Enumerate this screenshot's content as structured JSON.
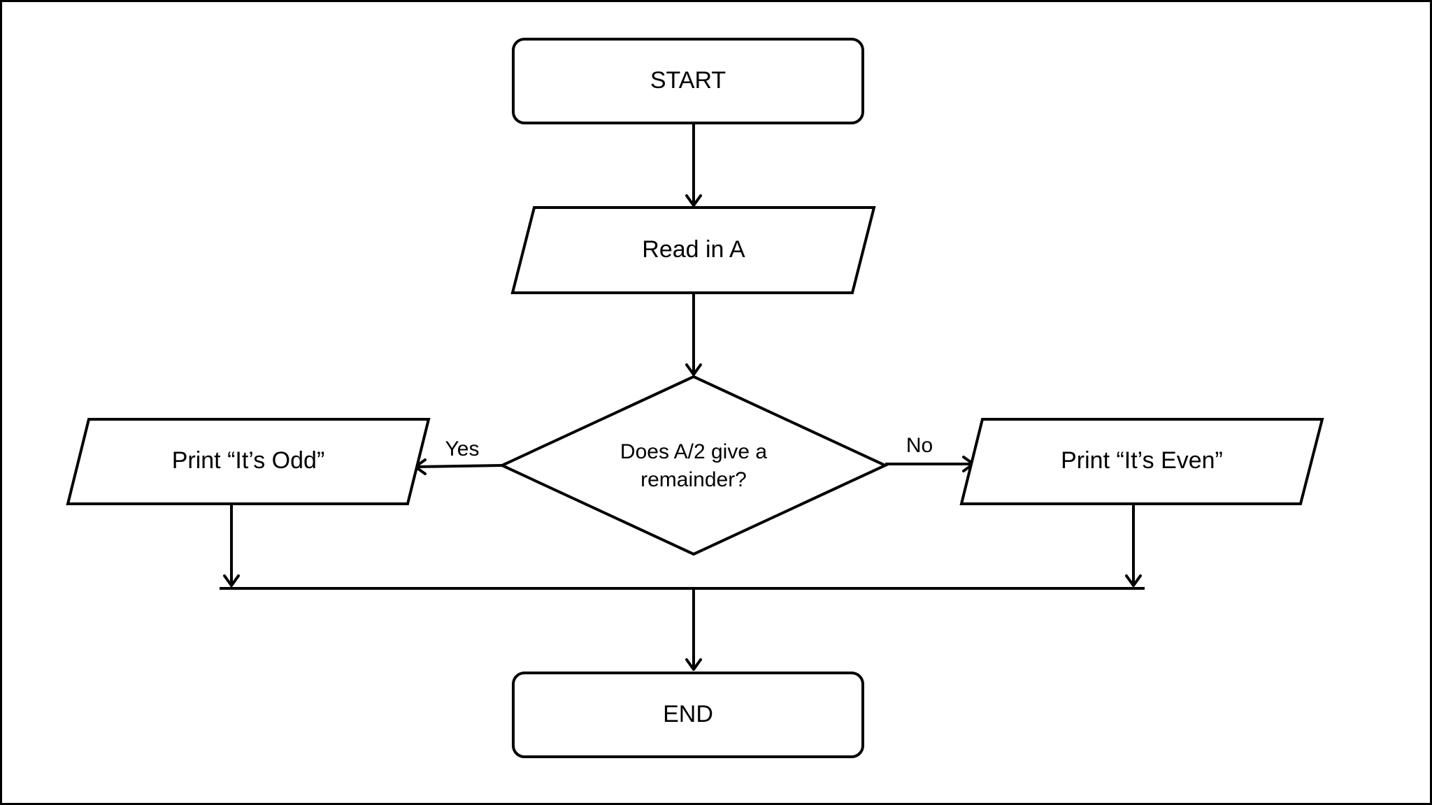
{
  "nodes": {
    "start": "START",
    "read": "Read in A",
    "decision_line1": "Does A/2 give a",
    "decision_line2": "remainder?",
    "print_odd": "Print “It’s Odd”",
    "print_even": "Print “It’s Even”",
    "end": "END"
  },
  "edges": {
    "yes": "Yes",
    "no": "No"
  },
  "colors": {
    "stroke": "#000000",
    "fill": "#ffffff"
  }
}
